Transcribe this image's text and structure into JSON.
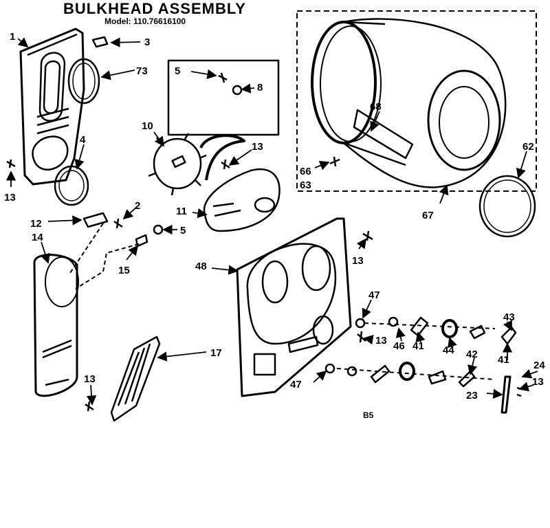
{
  "header": {
    "title": "BULKHEAD  ASSEMBLY",
    "model_prefix": "Model:",
    "model_number": "110.76616100"
  },
  "page_code": "B5",
  "labels": {
    "p1": "1",
    "p3": "3",
    "p73": "73",
    "p5a": "5",
    "p8": "8",
    "p4": "4",
    "p13a": "13",
    "p10": "10",
    "p13b": "13",
    "p68": "68",
    "p66": "66",
    "p63": "63",
    "p62": "62",
    "p67": "67",
    "p12": "12",
    "p2": "2",
    "p11": "11",
    "p14": "14",
    "p5b": "5",
    "p15": "15",
    "p48": "48",
    "p13c": "13",
    "p47a": "47",
    "p13d": "13",
    "p46": "46",
    "p41a": "41",
    "p44": "44",
    "p43": "43",
    "p42": "42",
    "p41b": "41",
    "p24": "24",
    "p47b": "47",
    "p23": "23",
    "p13e": "13",
    "p17": "17",
    "p13f": "13"
  }
}
